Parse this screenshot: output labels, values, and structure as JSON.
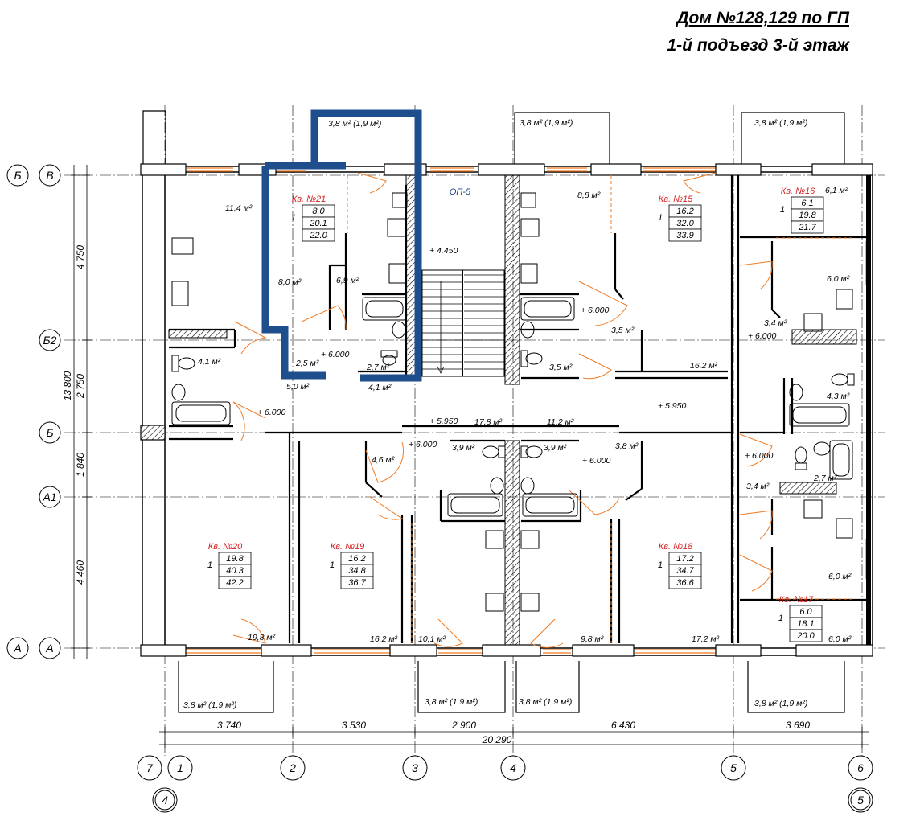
{
  "title": {
    "line1": "Дом №128,129 по ГП",
    "line2": "1-й подъезд 3-й этаж"
  },
  "stair_label": "ОП-5",
  "axes": {
    "rows": [
      "Б",
      "В",
      "Б2",
      "Б",
      "А1",
      "А",
      "А"
    ],
    "cols": [
      "7",
      "1",
      "2",
      "3",
      "4",
      "5",
      "6"
    ],
    "circled_bottom": [
      "4",
      "5"
    ]
  },
  "dims_left": [
    "4 750",
    "2 750",
    "1 840",
    "4 460",
    "13 800"
  ],
  "dims_bottom": [
    "3 740",
    "3 530",
    "2 900",
    "6 430",
    "3 690",
    "20 290"
  ],
  "balconies": [
    "3,8 м² (1,9 м²)",
    "3,8 м² (1,9 м²)",
    "3,8 м² (1,9 м²)",
    "3,8 м² (1,9 м²)",
    "3,8 м² (1,9 м²)",
    "3,8 м² (1,9 м²)",
    "3,8 м² (1,9 м²)"
  ],
  "apartments": [
    {
      "title": "Кв. №21",
      "rooms": "1",
      "v": [
        "8.0",
        "20.1",
        "22.0"
      ]
    },
    {
      "title": "Кв. №15",
      "rooms": "1",
      "v": [
        "16.2",
        "32.0",
        "33.9"
      ]
    },
    {
      "title": "Кв. №16",
      "rooms": "1",
      "v": [
        "6.1",
        "19.8",
        "21.7"
      ]
    },
    {
      "title": "Кв. №20",
      "rooms": "1",
      "v": [
        "19.8",
        "40.3",
        "42.2"
      ]
    },
    {
      "title": "Кв. №19",
      "rooms": "1",
      "v": [
        "16.2",
        "34.8",
        "36.7"
      ]
    },
    {
      "title": "Кв. №18",
      "rooms": "1",
      "v": [
        "17.2",
        "34.7",
        "36.6"
      ]
    },
    {
      "title": "Кв. №17",
      "rooms": "1",
      "v": [
        "6.0",
        "18.1",
        "20.0"
      ]
    }
  ],
  "areas": [
    "11,4 м²",
    "8,0 м²",
    "6,9 м²",
    "2,5 м²",
    "2,7 м²",
    "5,0 м²",
    "4,1 м²",
    "4,1 м²",
    "8,8 м²",
    "3,5 м²",
    "3,5 м²",
    "16,2 м²",
    "6,1 м²",
    "6,0 м²",
    "3,4 м²",
    "4,3 м²",
    "2,7 м²",
    "3,4 м²",
    "6,0 м²",
    "6,0 м²",
    "17,8 м²",
    "11,2 м²",
    "3,9 м²",
    "3,9 м²",
    "3,8 м²",
    "4,6 м²",
    "19,8 м²",
    "16,2 м²",
    "10,1 м²",
    "9,8 м²",
    "17,2 м²"
  ],
  "levels": [
    "+ 4.450",
    "+ 6.000",
    "+ 6.000",
    "+ 6.000",
    "+ 6.000",
    "+ 5.950",
    "+ 5.950",
    "+ 6.000",
    "+ 6.000",
    "+ 6.000"
  ],
  "colors": {
    "highlight": "#1f4e8c",
    "opening": "#f07a22",
    "apt_title": "#d62020",
    "wall": "#000000"
  }
}
